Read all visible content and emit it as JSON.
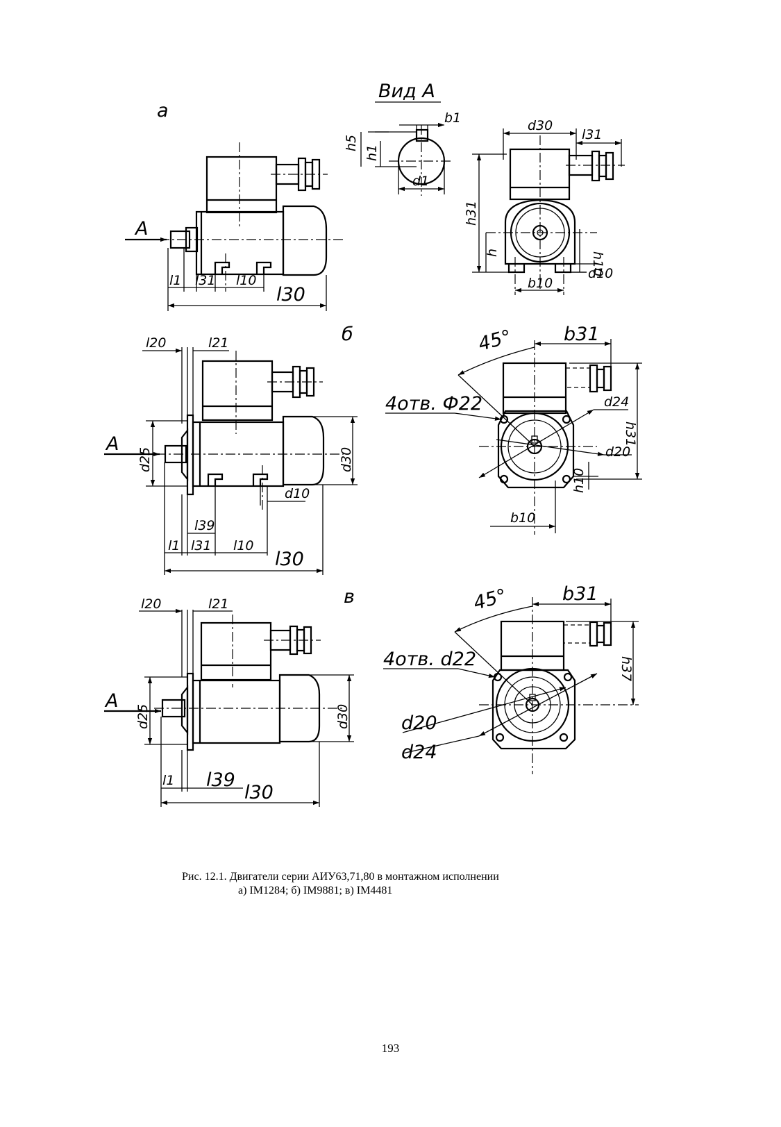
{
  "figure": {
    "view_title": "Вид А",
    "panels": {
      "a": {
        "letter": "а"
      },
      "b": {
        "letter": "б"
      },
      "v": {
        "letter": "в"
      }
    },
    "dimension_labels": {
      "A": "А",
      "l1": "l1",
      "l10": "l10",
      "l20": "l20",
      "l21": "l21",
      "l30": "l30",
      "l31": "l31",
      "l39": "l39",
      "d1": "d1",
      "d10": "d10",
      "d20": "d20",
      "d24": "d24",
      "d25": "d25",
      "d30": "d30",
      "b1": "b1",
      "b10": "b10",
      "b31": "b31",
      "h": "h",
      "h1": "h1",
      "h5": "h5",
      "h10": "h10",
      "h31": "h31",
      "h37": "h37",
      "angle45": "45°",
      "holes_b": "4отв. Ф22",
      "holes_v": "4отв. d22"
    }
  },
  "caption": {
    "line1": "Рис. 12.1. Двигатели серии АИУ63,71,80 в монтажном исполнении",
    "line2": "а) IM1284;  б) IM9881; в) IM4481"
  },
  "page_number": "193"
}
